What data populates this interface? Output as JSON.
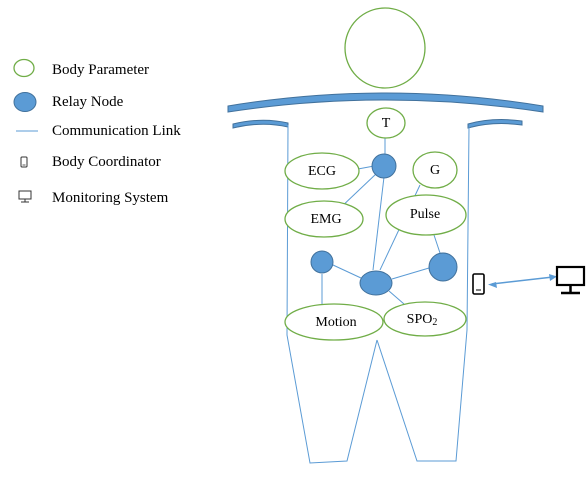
{
  "legend": {
    "items": [
      {
        "symbol": "param-ellipse-icon",
        "label": "Body Parameter"
      },
      {
        "symbol": "relay-node-icon",
        "label": "Relay Node"
      },
      {
        "symbol": "communication-line-icon",
        "label": "Communication Link"
      },
      {
        "symbol": "phone-icon",
        "label": "Body Coordinator"
      },
      {
        "symbol": "monitor-icon",
        "label": "Monitoring System"
      }
    ]
  },
  "nodes": {
    "t": "T",
    "ecg": "ECG",
    "g": "G",
    "emg": "EMG",
    "pulse": "Pulse",
    "motion": "Motion",
    "spo2_base": "SPO",
    "spo2_sub": "2"
  },
  "colors": {
    "parameter_outline": "#70ad47",
    "relay_fill": "#5b9bd5",
    "link": "#5b9bd5",
    "body_outline": "#5b9bd5"
  }
}
